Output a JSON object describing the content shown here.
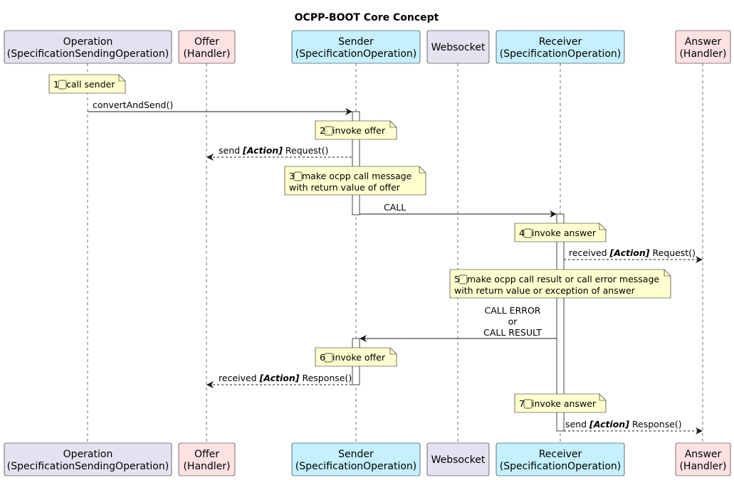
{
  "diagram": {
    "title": "OCPP-BOOT Core Concept",
    "participants": [
      {
        "id": "operation",
        "name": "Operation",
        "type": "(SpecificationSendingOperation)",
        "color": "#e2e2f0"
      },
      {
        "id": "offer",
        "name": "Offer",
        "type": "(Handler)",
        "color": "#fee1e2"
      },
      {
        "id": "sender",
        "name": "Sender",
        "type": "(SpecificationOperation)",
        "color": "#c4f0ff"
      },
      {
        "id": "websocket",
        "name": "Websocket",
        "type": "",
        "color": "#e2e2f0"
      },
      {
        "id": "receiver",
        "name": "Receiver",
        "type": "(SpecificationOperation)",
        "color": "#c4f0ff"
      },
      {
        "id": "answer",
        "name": "Answer",
        "type": "(Handler)",
        "color": "#fee1e2"
      }
    ],
    "notes": [
      {
        "num": "1",
        "lines": [
          "call sender"
        ]
      },
      {
        "num": "2",
        "lines": [
          "invoke offer"
        ]
      },
      {
        "num": "3",
        "lines": [
          "make ocpp call message",
          "with return value of offer"
        ]
      },
      {
        "num": "4",
        "lines": [
          "invoke answer"
        ]
      },
      {
        "num": "5",
        "lines": [
          "make ocpp call result or call error message",
          "with return value or exception of answer"
        ]
      },
      {
        "num": "6",
        "lines": [
          "invoke offer"
        ]
      },
      {
        "num": "7",
        "lines": [
          "invoke answer"
        ]
      }
    ],
    "messages": [
      {
        "from": "operation",
        "to": "sender",
        "style": "solid",
        "pre": "convertAndSend()",
        "em": "",
        "post": ""
      },
      {
        "from": "sender",
        "to": "offer",
        "style": "dashed",
        "pre": "send ",
        "em": "[Action]",
        "post": " Request()"
      },
      {
        "from": "sender",
        "to": "receiver",
        "style": "solid",
        "pre": "CALL",
        "em": "",
        "post": ""
      },
      {
        "from": "receiver",
        "to": "answer",
        "style": "dashed",
        "pre": "received ",
        "em": "[Action]",
        "post": " Request()"
      },
      {
        "from": "receiver",
        "to": "sender",
        "style": "solid",
        "lines": [
          "CALL ERROR",
          "or",
          "CALL RESULT"
        ]
      },
      {
        "from": "sender",
        "to": "offer",
        "style": "dashed",
        "pre": "received ",
        "em": "[Action]",
        "post": " Response()"
      },
      {
        "from": "receiver",
        "to": "answer",
        "style": "dashed",
        "pre": "send ",
        "em": "[Action]",
        "post": " Response()"
      }
    ]
  }
}
